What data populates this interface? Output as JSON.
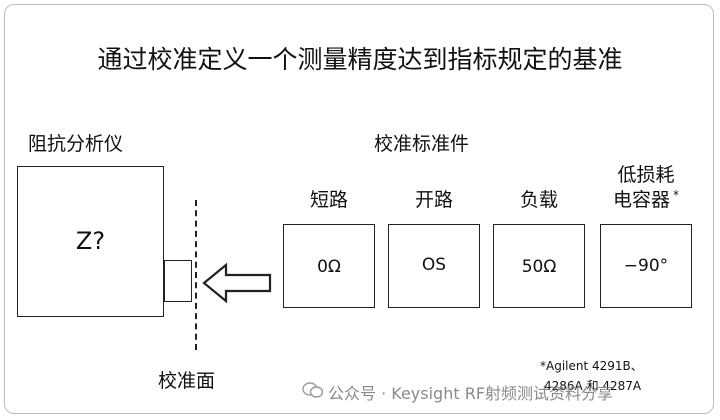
{
  "title": "通过校准定义一个测量精度达到指标规定的基准",
  "analyzer": {
    "label": "阻抗分析仪",
    "symbol": "Z?"
  },
  "calibration_plane_label": "校准面",
  "standards": {
    "heading": "校准标准件",
    "items": [
      {
        "name": "短路",
        "value": "0Ω"
      },
      {
        "name": "开路",
        "value": "OS"
      },
      {
        "name": "负载",
        "value": "50Ω"
      },
      {
        "name_line1": "低损耗",
        "name_line2": "电容器",
        "marker": "*",
        "value": "−90°"
      }
    ]
  },
  "footnote": {
    "line1": "*Agilent 4291B、",
    "line2": "4286A 和 4287A"
  },
  "watermark": "公众号 · Keysight RF射频测试资料分享"
}
